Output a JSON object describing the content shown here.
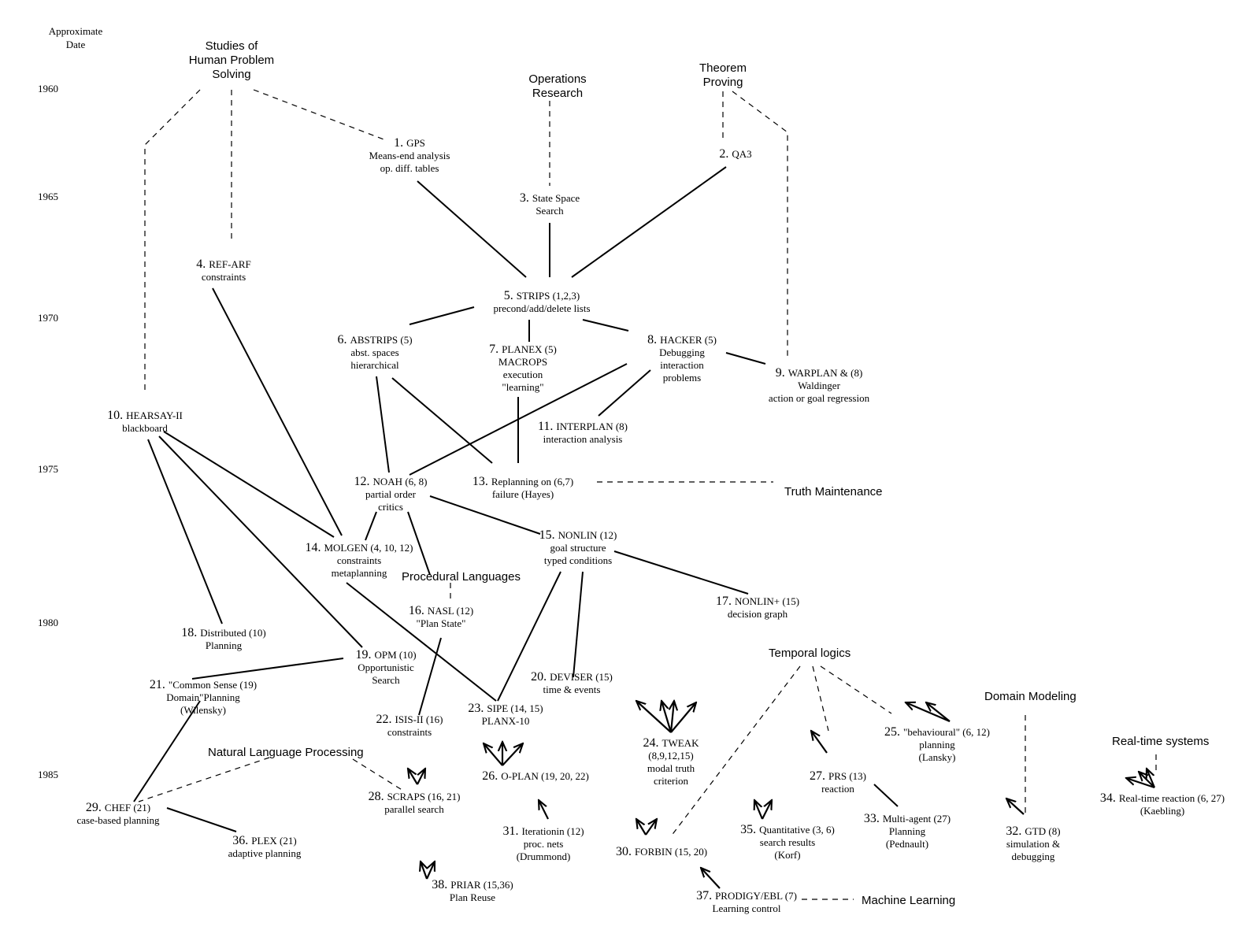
{
  "header": {
    "date_line1": "Approximate",
    "date_line2": "Date"
  },
  "years": [
    "1960",
    "1965",
    "1970",
    "1975",
    "1980",
    "1985"
  ],
  "domains": {
    "human": [
      "Studies of",
      "Human Problem",
      "Solving"
    ],
    "or": [
      "Operations",
      "Research"
    ],
    "theorem": [
      "Theorem",
      "Proving"
    ],
    "truth": [
      "Truth Maintenance"
    ],
    "proc": [
      "Procedural Languages"
    ],
    "temporal": [
      "Temporal logics"
    ],
    "domain_modeling": [
      "Domain Modeling"
    ],
    "realtime": [
      "Real-time systems"
    ],
    "nlp": [
      "Natural Language Processing"
    ],
    "ml": [
      "Machine Learning"
    ]
  },
  "nodes": {
    "n1": {
      "num": "1.",
      "name": "GPS",
      "lines": [
        "Means-end analysis",
        "op. diff. tables"
      ]
    },
    "n2": {
      "num": "2.",
      "name": "QA3",
      "lines": []
    },
    "n3": {
      "num": "3.",
      "name": "State Space",
      "lines": [
        "Search"
      ]
    },
    "n4": {
      "num": "4.",
      "name": "REF-ARF",
      "lines": [
        "constraints"
      ]
    },
    "n5": {
      "num": "5.",
      "name": "STRIPS (1,2,3)",
      "lines": [
        "precond/add/delete lists"
      ]
    },
    "n6": {
      "num": "6.",
      "name": "ABSTRIPS (5)",
      "lines": [
        "abst.  spaces",
        "hierarchical"
      ]
    },
    "n7": {
      "num": "7.",
      "name": "PLANEX (5)",
      "lines": [
        "MACROPS",
        "execution",
        "\"learning\""
      ]
    },
    "n8": {
      "num": "8.",
      "name": "HACKER (5)",
      "lines": [
        "Debugging",
        "interaction",
        "problems"
      ]
    },
    "n9": {
      "num": "9.",
      "name": "WARPLAN & (8)",
      "lines": [
        "Waldinger",
        "action or goal regression"
      ]
    },
    "n10": {
      "num": "10.",
      "name": "HEARSAY-II",
      "lines": [
        "blackboard"
      ]
    },
    "n11": {
      "num": "11.",
      "name": "INTERPLAN (8)",
      "lines": [
        "interaction analysis"
      ]
    },
    "n12": {
      "num": "12.",
      "name": "NOAH (6, 8)",
      "lines": [
        "partial order",
        "critics"
      ]
    },
    "n13": {
      "num": "13.",
      "name": "Replanning  on  (6,7)",
      "lines": [
        "failure (Hayes)"
      ]
    },
    "n14": {
      "num": "14.",
      "name": "MOLGEN  (4, 10, 12)",
      "lines": [
        "constraints",
        "metaplanning"
      ]
    },
    "n15": {
      "num": "15.",
      "name": "NONLIN (12)",
      "lines": [
        "goal structure",
        "typed conditions"
      ]
    },
    "n16": {
      "num": "16.",
      "name": "NASL (12)",
      "lines": [
        "\"Plan State\""
      ]
    },
    "n17": {
      "num": "17.",
      "name": "NONLIN+ (15)",
      "lines": [
        "decision graph"
      ]
    },
    "n18": {
      "num": "18.",
      "name": "Distributed  (10)",
      "lines": [
        "Planning"
      ]
    },
    "n19": {
      "num": "19.",
      "name": "OPM (10)",
      "lines": [
        "Opportunistic",
        "Search"
      ]
    },
    "n20": {
      "num": "20.",
      "name": "DEVISER (15)",
      "lines": [
        "time & events"
      ]
    },
    "n21": {
      "num": "21.",
      "name": "\"Common Sense  (19)",
      "lines": [
        "Domain\"Planning",
        "(Wilensky)"
      ]
    },
    "n22": {
      "num": "22.",
      "name": "ISIS-II (16)",
      "lines": [
        "constraints"
      ]
    },
    "n23": {
      "num": "23.",
      "name": "SIPE (14, 15)",
      "lines": [
        "PLANX-10"
      ]
    },
    "n24": {
      "num": "24.",
      "name": "TWEAK",
      "lines": [
        "(8,9,12,15)",
        "modal truth",
        "criterion"
      ]
    },
    "n25": {
      "num": "25.",
      "name": "\"behavioural\"  (6, 12)",
      "lines": [
        "planning",
        "(Lansky)"
      ]
    },
    "n26": {
      "num": "26.",
      "name": "O-PLAN (19, 20, 22)",
      "lines": []
    },
    "n27": {
      "num": "27.",
      "name": "PRS (13)",
      "lines": [
        "reaction"
      ]
    },
    "n28": {
      "num": "28.",
      "name": "SCRAPS (16, 21)",
      "lines": [
        "parallel search"
      ]
    },
    "n29": {
      "num": "29.",
      "name": "CHEF (21)",
      "lines": [
        "case-based planning"
      ]
    },
    "n30": {
      "num": "30.",
      "name": "FORBIN (15, 20)",
      "lines": []
    },
    "n31": {
      "num": "31.",
      "name": "Iterationin  (12)",
      "lines": [
        "proc.  nets",
        "(Drummond)"
      ]
    },
    "n32": {
      "num": "32.",
      "name": "GTD (8)",
      "lines": [
        "simulation &",
        "debugging"
      ]
    },
    "n33": {
      "num": "33.",
      "name": "Multi-agent  (27)",
      "lines": [
        "Planning",
        "(Pednault)"
      ]
    },
    "n34": {
      "num": "34.",
      "name": "Real-time reaction (6, 27)",
      "lines": [
        "(Kaebling)"
      ]
    },
    "n35": {
      "num": "35.",
      "name": "Quantitative (3, 6)",
      "lines": [
        "search results",
        "(Korf)"
      ]
    },
    "n36": {
      "num": "36.",
      "name": "PLEX (21)",
      "lines": [
        "adaptive planning"
      ]
    },
    "n37": {
      "num": "37.",
      "name": "PRODIGY/EBL (7)",
      "lines": [
        "Learning control"
      ]
    },
    "n38": {
      "num": "38.",
      "name": "PRIAR (15,36)",
      "lines": [
        "Plan Reuse"
      ]
    }
  }
}
